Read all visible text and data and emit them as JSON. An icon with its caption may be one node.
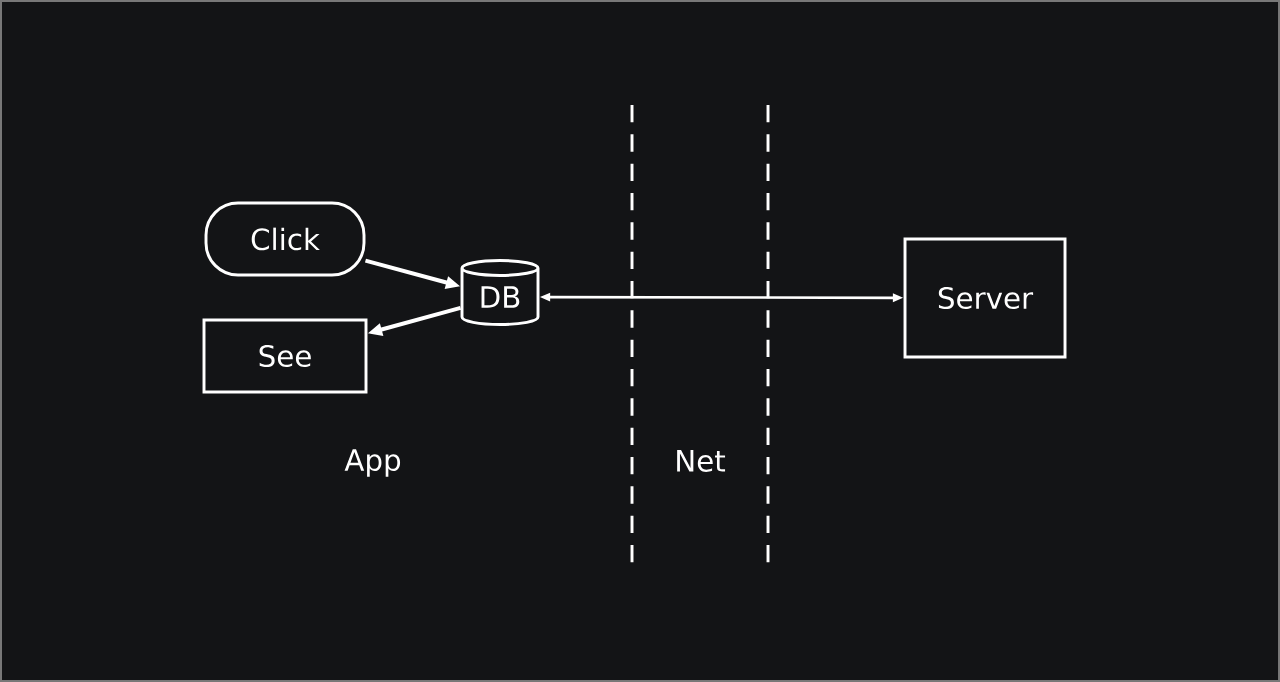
{
  "diagram": {
    "nodes": [
      {
        "text": [
          "Click"
        ]
      },
      {
        "text": [
          "See"
        ]
      },
      {
        "text": [
          "DB"
        ]
      },
      {
        "text": [
          "Server"
        ]
      }
    ],
    "edges": [
      {
        "from": 0,
        "to": 2,
        "arrow": "to"
      },
      {
        "from": 2,
        "to": 1,
        "arrow": "to"
      },
      {
        "from": 2,
        "to": 3,
        "arrow": "both"
      }
    ],
    "labels": [
      "App",
      "Net"
    ]
  }
}
